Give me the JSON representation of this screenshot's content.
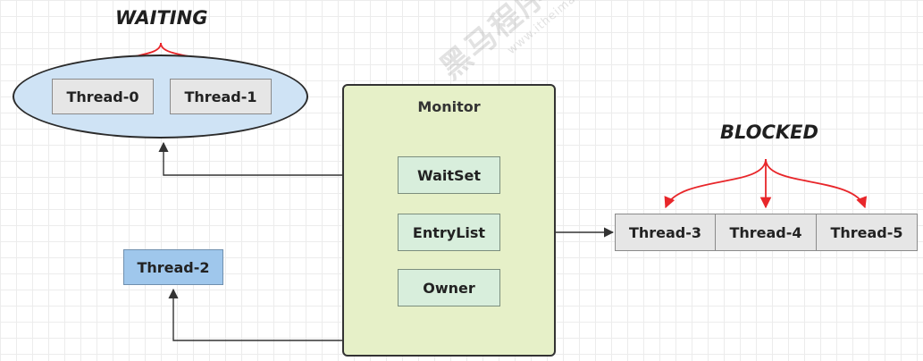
{
  "waiting_label": "WAITING",
  "blocked_label": "BLOCKED",
  "monitor": {
    "title": "Monitor",
    "waitset": "WaitSet",
    "entrylist": "EntryList",
    "owner": "Owner"
  },
  "waiting_threads": [
    "Thread-0",
    "Thread-1"
  ],
  "blocked_threads": [
    "Thread-3",
    "Thread-4",
    "Thread-5"
  ],
  "owner_thread": "Thread-2",
  "watermark": {
    "brand": "黑马程序员",
    "url": "www.itheima.com"
  },
  "colors": {
    "ellipse_fill": "#cfe3f5",
    "monitor_fill": "#e6f0c8",
    "slot_fill": "#d8eedc",
    "thread_gray": "#e6e6e6",
    "owner_thread_fill": "#9fc7ec",
    "arrow_red": "#e8262a",
    "connector": "#333333"
  }
}
